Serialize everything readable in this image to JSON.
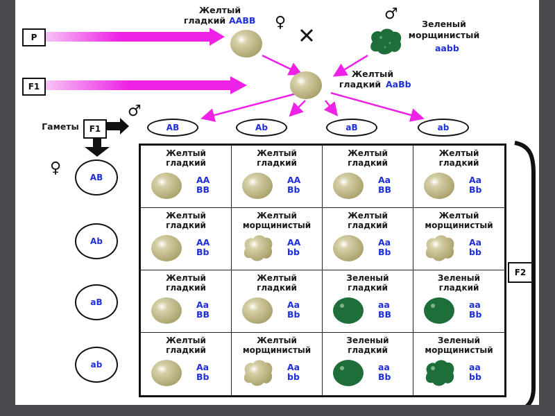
{
  "colors": {
    "background": "#4a494e",
    "arrow": "#ee22e6",
    "genotype_text": "#1f2fd8",
    "yellow_pea": "#b6ae7b",
    "green_pea": "#1e6e3a"
  },
  "parents": {
    "row_label": "P",
    "female": {
      "phenotype_line1": "Желтый",
      "phenotype_line2": "гладкий",
      "genotype": "AABB",
      "sex_symbol": "♀",
      "color": "yellow",
      "shape": "smooth"
    },
    "cross_symbol": "×",
    "male": {
      "phenotype_line1": "Зеленый",
      "phenotype_line2": "морщинистый",
      "genotype": "aabb",
      "sex_symbol": "♂",
      "color": "green",
      "shape": "wrinkled"
    }
  },
  "f1": {
    "row_label": "F1",
    "phenotype_line1": "Желтый",
    "phenotype_line2": "гладкий",
    "genotype": "AaBb"
  },
  "gametes": {
    "label": "Гаметы",
    "box_label": "F1",
    "male_symbol": "♂",
    "female_symbol": "♀",
    "male": [
      "AB",
      "Ab",
      "aB",
      "ab"
    ],
    "female": [
      "AB",
      "Ab",
      "aB",
      "ab"
    ]
  },
  "f2": {
    "label": "F2",
    "cells": [
      {
        "line1": "Желтый",
        "line2": "гладкий",
        "g1": "AA",
        "g2": "BB",
        "color": "yellow",
        "shape": "smooth"
      },
      {
        "line1": "Желтый",
        "line2": "гладкий",
        "g1": "AA",
        "g2": "Bb",
        "color": "yellow",
        "shape": "smooth"
      },
      {
        "line1": "Желтый",
        "line2": "гладкий",
        "g1": "Aa",
        "g2": "BB",
        "color": "yellow",
        "shape": "smooth"
      },
      {
        "line1": "Желтый",
        "line2": "гладкий",
        "g1": "Aa",
        "g2": "Bb",
        "color": "yellow",
        "shape": "smooth"
      },
      {
        "line1": "Желтый",
        "line2": "гладкий",
        "g1": "AA",
        "g2": "Bb",
        "color": "yellow",
        "shape": "smooth"
      },
      {
        "line1": "Желтый",
        "line2": "морщинистый",
        "g1": "AA",
        "g2": "bb",
        "color": "yellow",
        "shape": "wrinkled"
      },
      {
        "line1": "Желтый",
        "line2": "гладкий",
        "g1": "Aa",
        "g2": "Bb",
        "color": "yellow",
        "shape": "smooth"
      },
      {
        "line1": "Желтый",
        "line2": "морщинистый",
        "g1": "Aa",
        "g2": "bb",
        "color": "yellow",
        "shape": "wrinkled"
      },
      {
        "line1": "Желтый",
        "line2": "гладкий",
        "g1": "Aa",
        "g2": "BB",
        "color": "yellow",
        "shape": "smooth"
      },
      {
        "line1": "Желтый",
        "line2": "гладкий",
        "g1": "Aa",
        "g2": "Bb",
        "color": "yellow",
        "shape": "smooth"
      },
      {
        "line1": "Зеленый",
        "line2": "гладкий",
        "g1": "aa",
        "g2": "BB",
        "color": "green",
        "shape": "smooth"
      },
      {
        "line1": "Зеленый",
        "line2": "гладкий",
        "g1": "aa",
        "g2": "Bb",
        "color": "green",
        "shape": "smooth"
      },
      {
        "line1": "Желтый",
        "line2": "гладкий",
        "g1": "Aa",
        "g2": "Bb",
        "color": "yellow",
        "shape": "smooth"
      },
      {
        "line1": "Желтый",
        "line2": "морщинистый",
        "g1": "Aa",
        "g2": "bb",
        "color": "yellow",
        "shape": "wrinkled"
      },
      {
        "line1": "Зеленый",
        "line2": "гладкий",
        "g1": "aa",
        "g2": "Bb",
        "color": "green",
        "shape": "smooth"
      },
      {
        "line1": "Зеленый",
        "line2": "морщинистый",
        "g1": "aa",
        "g2": "bb",
        "color": "green",
        "shape": "wrinkled"
      }
    ]
  }
}
